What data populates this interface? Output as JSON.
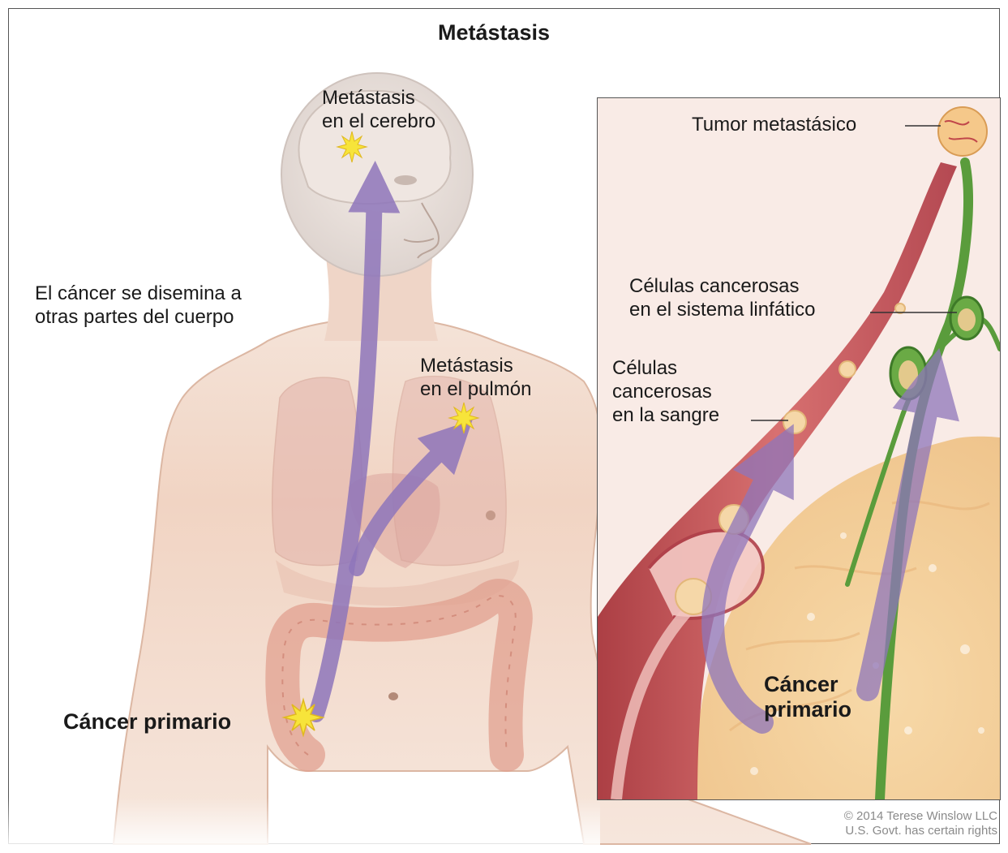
{
  "title": "Metástasis",
  "labels": {
    "spread_line1": "El cáncer se disemina a",
    "spread_line2": "otras partes del cuerpo",
    "brain_line1": "Metástasis",
    "brain_line2": "en el cerebro",
    "lung_line1": "Metástasis",
    "lung_line2": "en el pulmón",
    "primary_body": "Cáncer primario",
    "tumor_meta": "Tumor metastásico",
    "lymph_line1": "Células cancerosas",
    "lymph_line2": "en el sistema linfático",
    "blood_line1": "Células",
    "blood_line2": "cancerosas",
    "blood_line3": "en la sangre",
    "primary_inset_line1": "Cáncer",
    "primary_inset_line2": "primario"
  },
  "credit": {
    "line1": "© 2014 Terese Winslow LLC",
    "line2": "U.S. Govt. has certain rights"
  },
  "colors": {
    "skin": "#f2d2bd",
    "arrow": "#8f76bb",
    "vessel_red": "#c0464a",
    "lymph_green": "#5a9c3c",
    "tumor_yellow": "#f4c98a",
    "star": "#f7e43a"
  }
}
